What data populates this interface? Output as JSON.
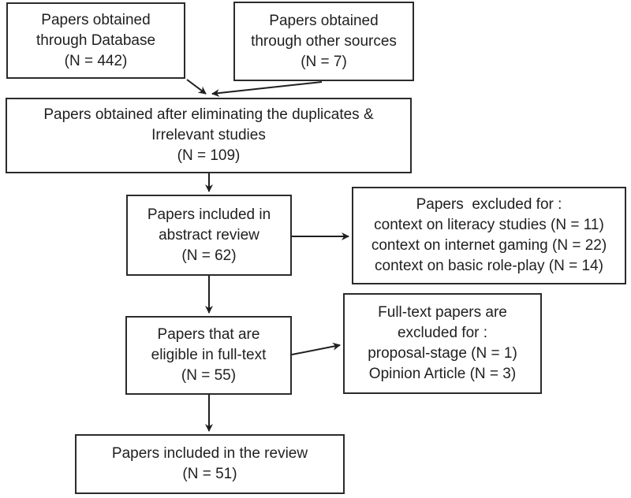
{
  "diagram": {
    "type": "flowchart",
    "colors": {
      "border": "#2b2b2b",
      "text": "#1f1f1f",
      "arrow": "#1f1f1f",
      "background": "#ffffff"
    },
    "boxes": {
      "database": {
        "n": 442,
        "lines": [
          "Papers obtained",
          "through Database",
          "(N = 442)"
        ]
      },
      "other_sources": {
        "n": 7,
        "lines": [
          "Papers obtained",
          "through other sources",
          "(N = 7)"
        ]
      },
      "deduplicated": {
        "n": 109,
        "lines": [
          "Papers obtained after eliminating the duplicates &",
          "Irrelevant studies",
          "(N = 109)"
        ]
      },
      "abstract_review": {
        "n": 62,
        "lines": [
          "Papers included in",
          "abstract review",
          "(N = 62)"
        ]
      },
      "excluded_abstract": {
        "lines": [
          "Papers  excluded for :",
          "context on literacy studies (N = 11)",
          "context on internet gaming (N = 22)",
          "context on basic role-play (N = 14)"
        ]
      },
      "full_text": {
        "n": 55,
        "lines": [
          "Papers that are",
          "eligible in full-text",
          "(N = 55)"
        ]
      },
      "excluded_full_text": {
        "lines": [
          "Full-text papers are",
          "excluded for :",
          "proposal-stage (N = 1)",
          "Opinion Article (N = 3)"
        ]
      },
      "review": {
        "n": 51,
        "lines": [
          "Papers included in the review",
          "(N = 51)"
        ]
      }
    }
  }
}
